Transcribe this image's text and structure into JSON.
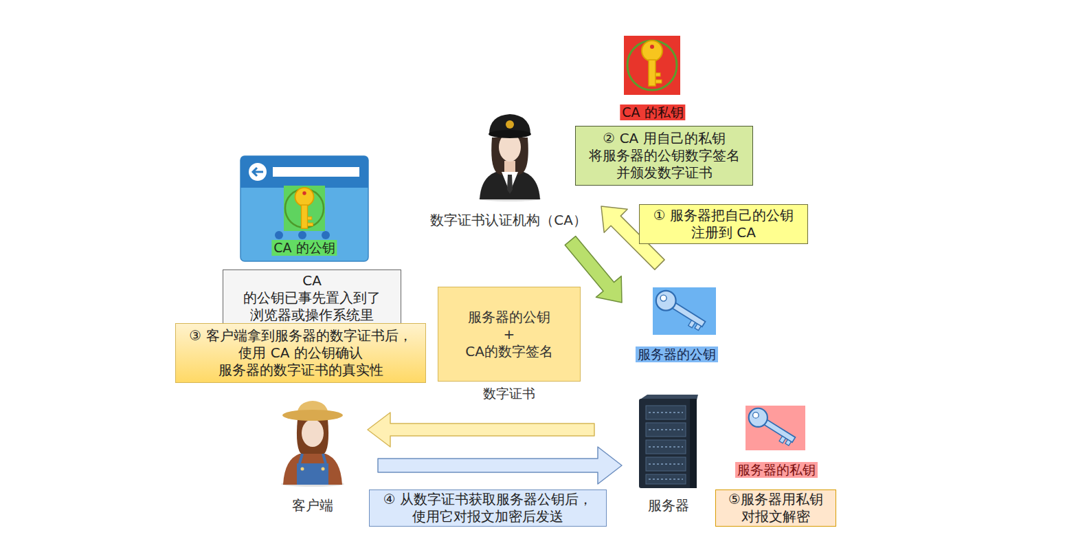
{
  "diagram": {
    "nodes": [
      {
        "text": [
          "CA 的私钥"
        ]
      },
      {
        "text": [
          "② CA 用自己的私钥 将服务器的公钥数字签名 并颁发数字证书"
        ]
      },
      {
        "text": [
          "数字证书认证机构（CA）"
        ]
      },
      {
        "text": [
          "① 服务器把自己的公钥 注册到 CA"
        ]
      },
      {
        "text": [
          "CA 的公钥"
        ]
      },
      {
        "text": [
          "CA 的公钥已事先置入到了 浏览器或操作系统里"
        ]
      },
      {
        "text": [
          "服务器的公钥"
        ]
      },
      {
        "text": [
          "③ 客户端拿到服务器的数字证书后， 使用 CA 的公钥确认 服务器的数字证书的真实性"
        ]
      },
      {
        "text": [
          "服务器的公钥 + CA的数字签名",
          "数字证书"
        ]
      },
      {
        "text": [
          "客户端"
        ]
      },
      {
        "text": [
          "服务器"
        ]
      },
      {
        "text": [
          "服务器的私钥"
        ]
      },
      {
        "text": [
          "④ 从数字证书获取服务器公钥后， 使用它对报文加密后发送"
        ]
      },
      {
        "text": [
          "⑤服务器用私钥 对报文解密"
        ]
      }
    ],
    "edges": [
      {
        "from": 6,
        "to": 2,
        "arrow": "to"
      },
      {
        "from": 2,
        "to": 6,
        "arrow": "to"
      },
      {
        "from": 10,
        "to": 9,
        "arrow": "to"
      },
      {
        "from": 9,
        "to": 10,
        "arrow": "to"
      }
    ]
  }
}
